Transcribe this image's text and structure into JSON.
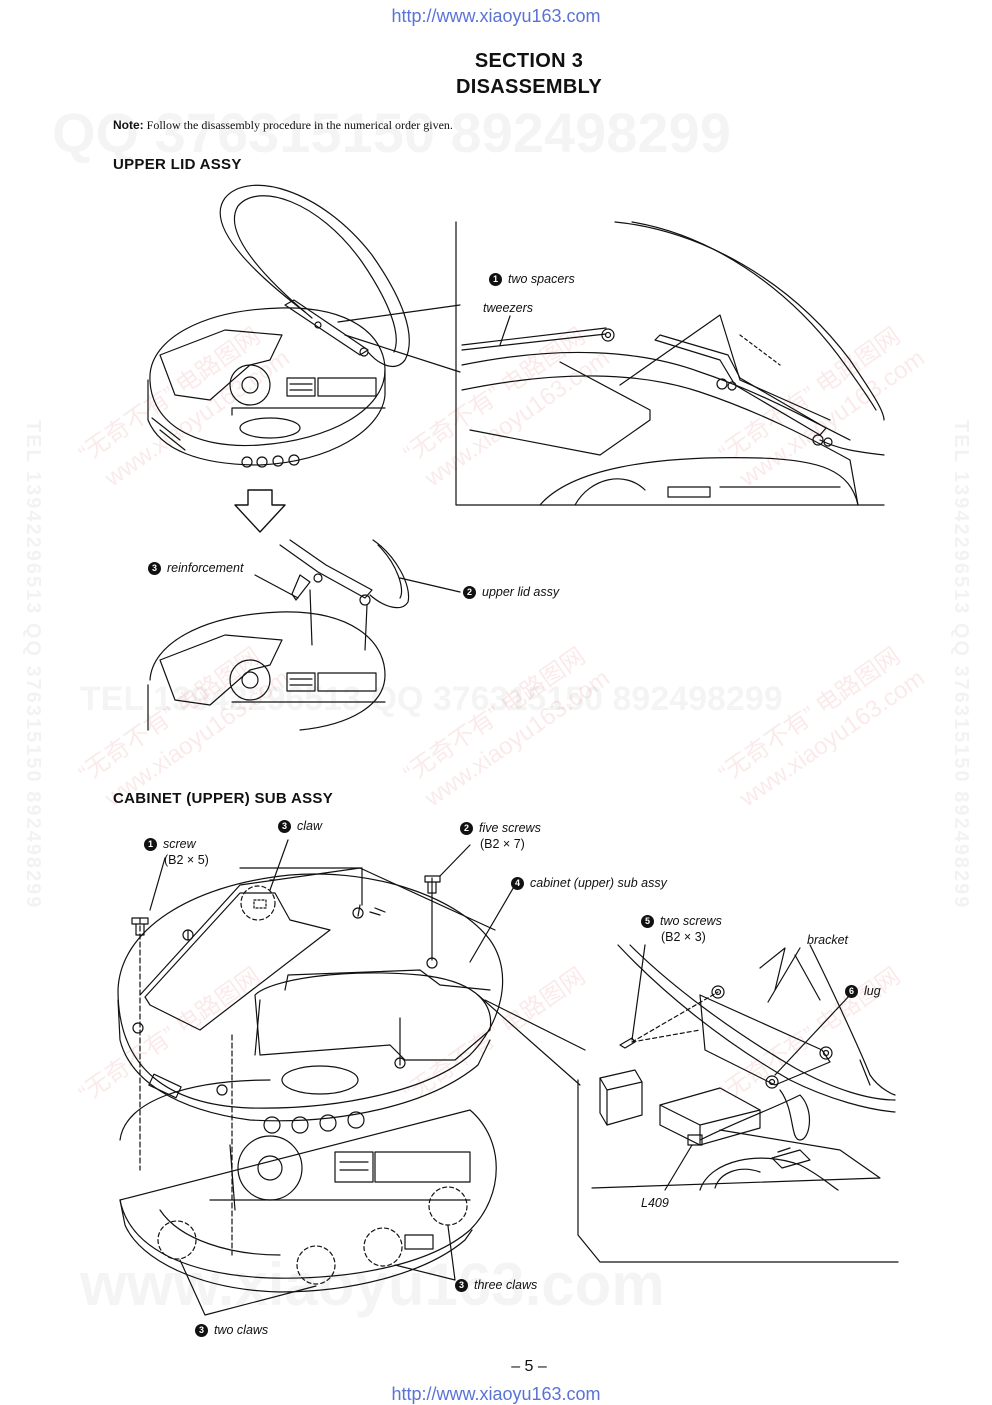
{
  "header_url": "http://www.xiaoyu163.com",
  "footer_url": "http://www.xiaoyu163.com",
  "section_title": "SECTION  3",
  "section_subtitle": "DISASSEMBLY",
  "note": {
    "label": "Note:",
    "text": "Follow the disassembly procedure in the numerical order given."
  },
  "upper_lid": {
    "heading": "UPPER  LID  ASSY",
    "labels": {
      "two_spacers": {
        "num": "1",
        "text": "two spacers"
      },
      "tweezers": {
        "text": "tweezers"
      },
      "reinforcement": {
        "num": "3",
        "text": "reinforcement"
      },
      "upper_lid_assy": {
        "num": "2",
        "text": "upper lid assy"
      }
    }
  },
  "cabinet": {
    "heading": "CABINET (UPPER)  SUB  ASSY",
    "labels": {
      "screw": {
        "num": "1",
        "text": "screw",
        "spec": "(B2 × 5)"
      },
      "claw": {
        "num": "3",
        "text": "claw"
      },
      "five_screws": {
        "num": "2",
        "text": "five screws",
        "spec": "(B2 × 7)"
      },
      "cabinet_sub_assy": {
        "num": "4",
        "text": "cabinet (upper) sub assy"
      },
      "two_screws": {
        "num": "5",
        "text": "two screws",
        "spec": "(B2 × 3)"
      },
      "bracket": {
        "text": "bracket"
      },
      "lug": {
        "num": "6",
        "text": "lug"
      },
      "l409": {
        "text": "L409"
      },
      "three_claws": {
        "num": "3",
        "text": "three claws"
      },
      "two_claws": {
        "num": "3",
        "text": "two claws"
      }
    }
  },
  "page_number": "– 5 –",
  "watermarks": {
    "qq_line": "QQ 376315150   892498299",
    "tel_line": "TEL 13942296513   QQ 376315150   892498299",
    "site_big": "www.xiaoyu163.com",
    "cn_text": "“无奇不有” 电路图网",
    "cn_site": "www.xiaoyu163.com",
    "vertical": "TEL 13942296513   QQ 376315150   892498299"
  }
}
